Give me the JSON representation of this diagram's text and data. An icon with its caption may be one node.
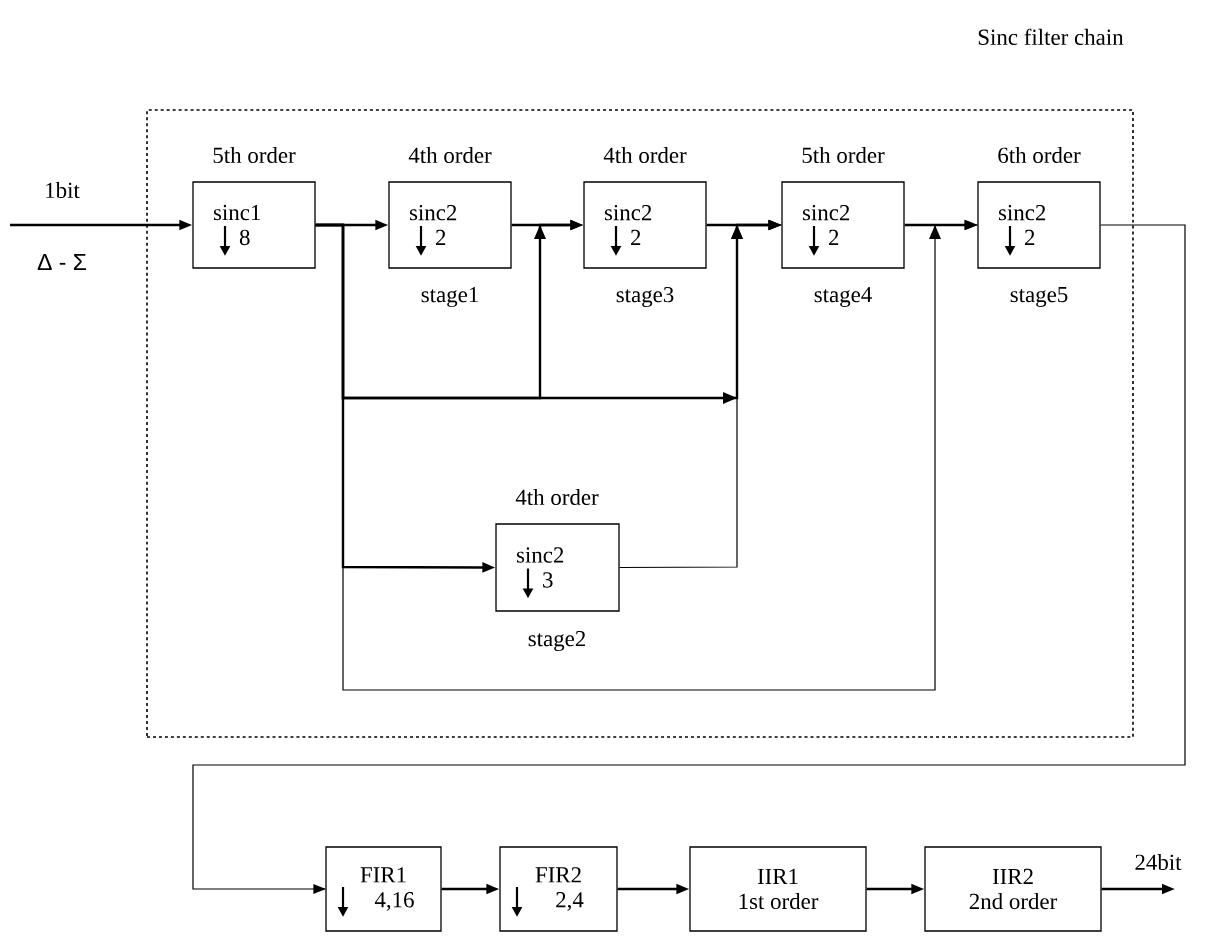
{
  "diagram": {
    "nodes": [
      {
        "text": [
          "Sinc filter chain"
        ]
      },
      {
        "text": [
          "sinc1",
          "8"
        ],
        "beside": [
          "5th order"
        ],
        "in": 0
      },
      {
        "text": [
          "sinc2",
          "2"
        ],
        "beside": [
          "4th order",
          "stage1"
        ],
        "in": 0
      },
      {
        "text": [
          "sinc2",
          "2"
        ],
        "beside": [
          "4th order",
          "stage3"
        ],
        "in": 0
      },
      {
        "text": [
          "sinc2",
          "2"
        ],
        "beside": [
          "5th order",
          "stage4"
        ],
        "in": 0
      },
      {
        "text": [
          "sinc2",
          "2"
        ],
        "beside": [
          "6th order",
          "stage5"
        ],
        "in": 0
      },
      {
        "text": [
          "sinc2",
          "3"
        ],
        "beside": [
          "4th order",
          "stage2"
        ],
        "in": 0
      },
      {
        "text": [
          "FIR1",
          "4,16"
        ]
      },
      {
        "text": [
          "FIR2",
          "2,4"
        ]
      },
      {
        "text": [
          "IIR1",
          "1st order"
        ]
      },
      {
        "text": [
          "IIR2",
          "2nd order"
        ]
      },
      {
        "text": [
          "24bit"
        ]
      }
    ],
    "edges": [
      {
        "from": null,
        "to": 1,
        "arrow": "to"
      },
      {
        "from": 1,
        "to": 2,
        "arrow": "to"
      },
      {
        "from": 2,
        "to": 3,
        "arrow": "to"
      },
      {
        "from": 3,
        "to": 4,
        "arrow": "to"
      },
      {
        "from": 4,
        "to": 5,
        "arrow": "to"
      },
      {
        "from": 1,
        "to": 3,
        "arrow": "to"
      },
      {
        "from": 1,
        "to": 4,
        "arrow": "to"
      },
      {
        "from": 1,
        "to": 6,
        "arrow": "to"
      },
      {
        "from": 6,
        "to": 4,
        "arrow": "to"
      },
      {
        "from": 1,
        "to": 5,
        "arrow": "to"
      },
      {
        "from": 5,
        "to": 7,
        "arrow": "to"
      },
      {
        "from": 7,
        "to": 8,
        "arrow": "to"
      },
      {
        "from": 8,
        "to": 9,
        "arrow": "to"
      },
      {
        "from": 9,
        "to": 10,
        "arrow": "to"
      },
      {
        "from": 10,
        "to": 11,
        "arrow": "to"
      }
    ],
    "labels": [
      "1bit",
      "Δ - Σ"
    ]
  }
}
